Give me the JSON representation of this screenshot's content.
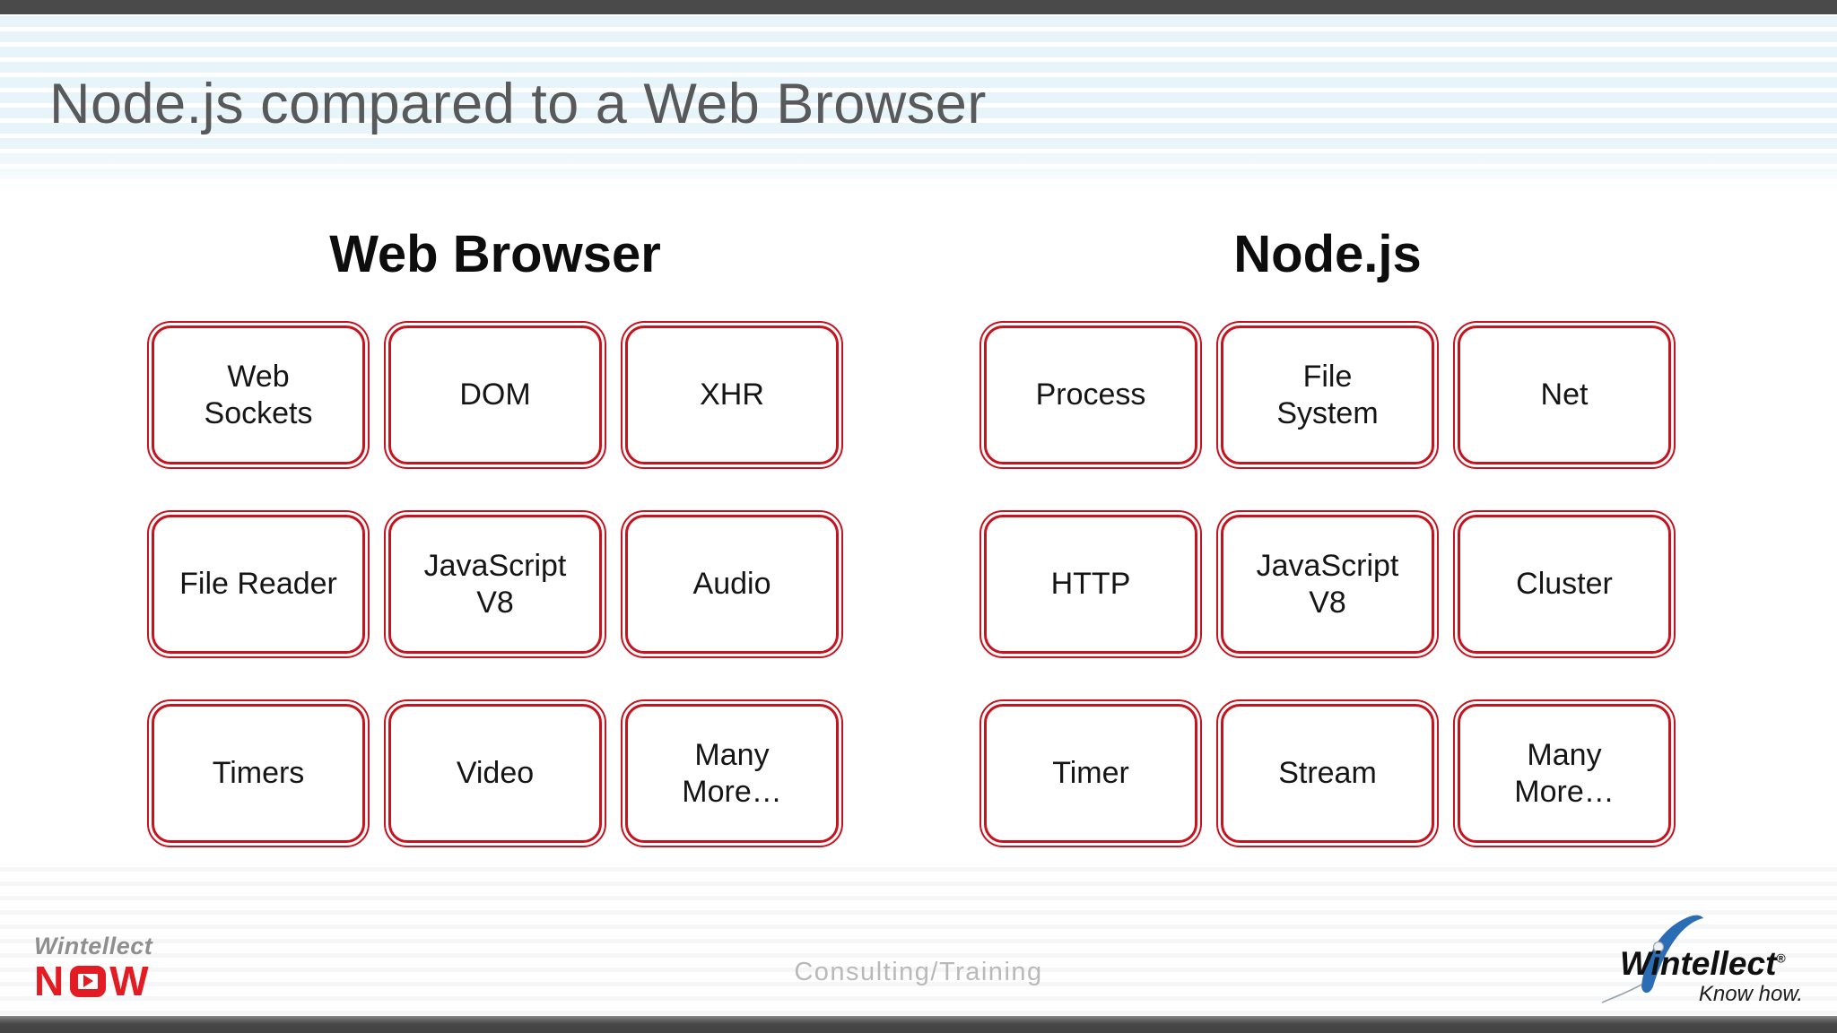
{
  "title": "Node.js compared to a Web Browser",
  "groups": [
    {
      "title": "Web Browser",
      "boxes": [
        "Web\nSockets",
        "DOM",
        "XHR",
        "File Reader",
        "JavaScript\nV8",
        "Audio",
        "Timers",
        "Video",
        "Many\nMore…"
      ]
    },
    {
      "title": "Node.js",
      "boxes": [
        "Process",
        "File\nSystem",
        "Net",
        "HTTP",
        "JavaScript\nV8",
        "Cluster",
        "Timer",
        "Stream",
        "Many\nMore…"
      ]
    }
  ],
  "footer": {
    "left_brand": {
      "wintellect": "Wintellect",
      "now_n": "N",
      "now_w": "W"
    },
    "center": "Consulting/Training",
    "right_brand": {
      "wintellect": "Wintellect",
      "registered": "®",
      "tagline": "Know how."
    }
  },
  "colors": {
    "top_bar": "#4a4a4a",
    "header_stripe_blue": "#e7f4f9",
    "title_gray": "#58595b",
    "box_border_red": "#c6131d",
    "box_text": "#151515",
    "now_red": "#e31b23",
    "wintellect_gray": "#8f8f8f",
    "footer_center_gray": "#b9b9b9",
    "swoosh_blue": "#2a6db5"
  }
}
